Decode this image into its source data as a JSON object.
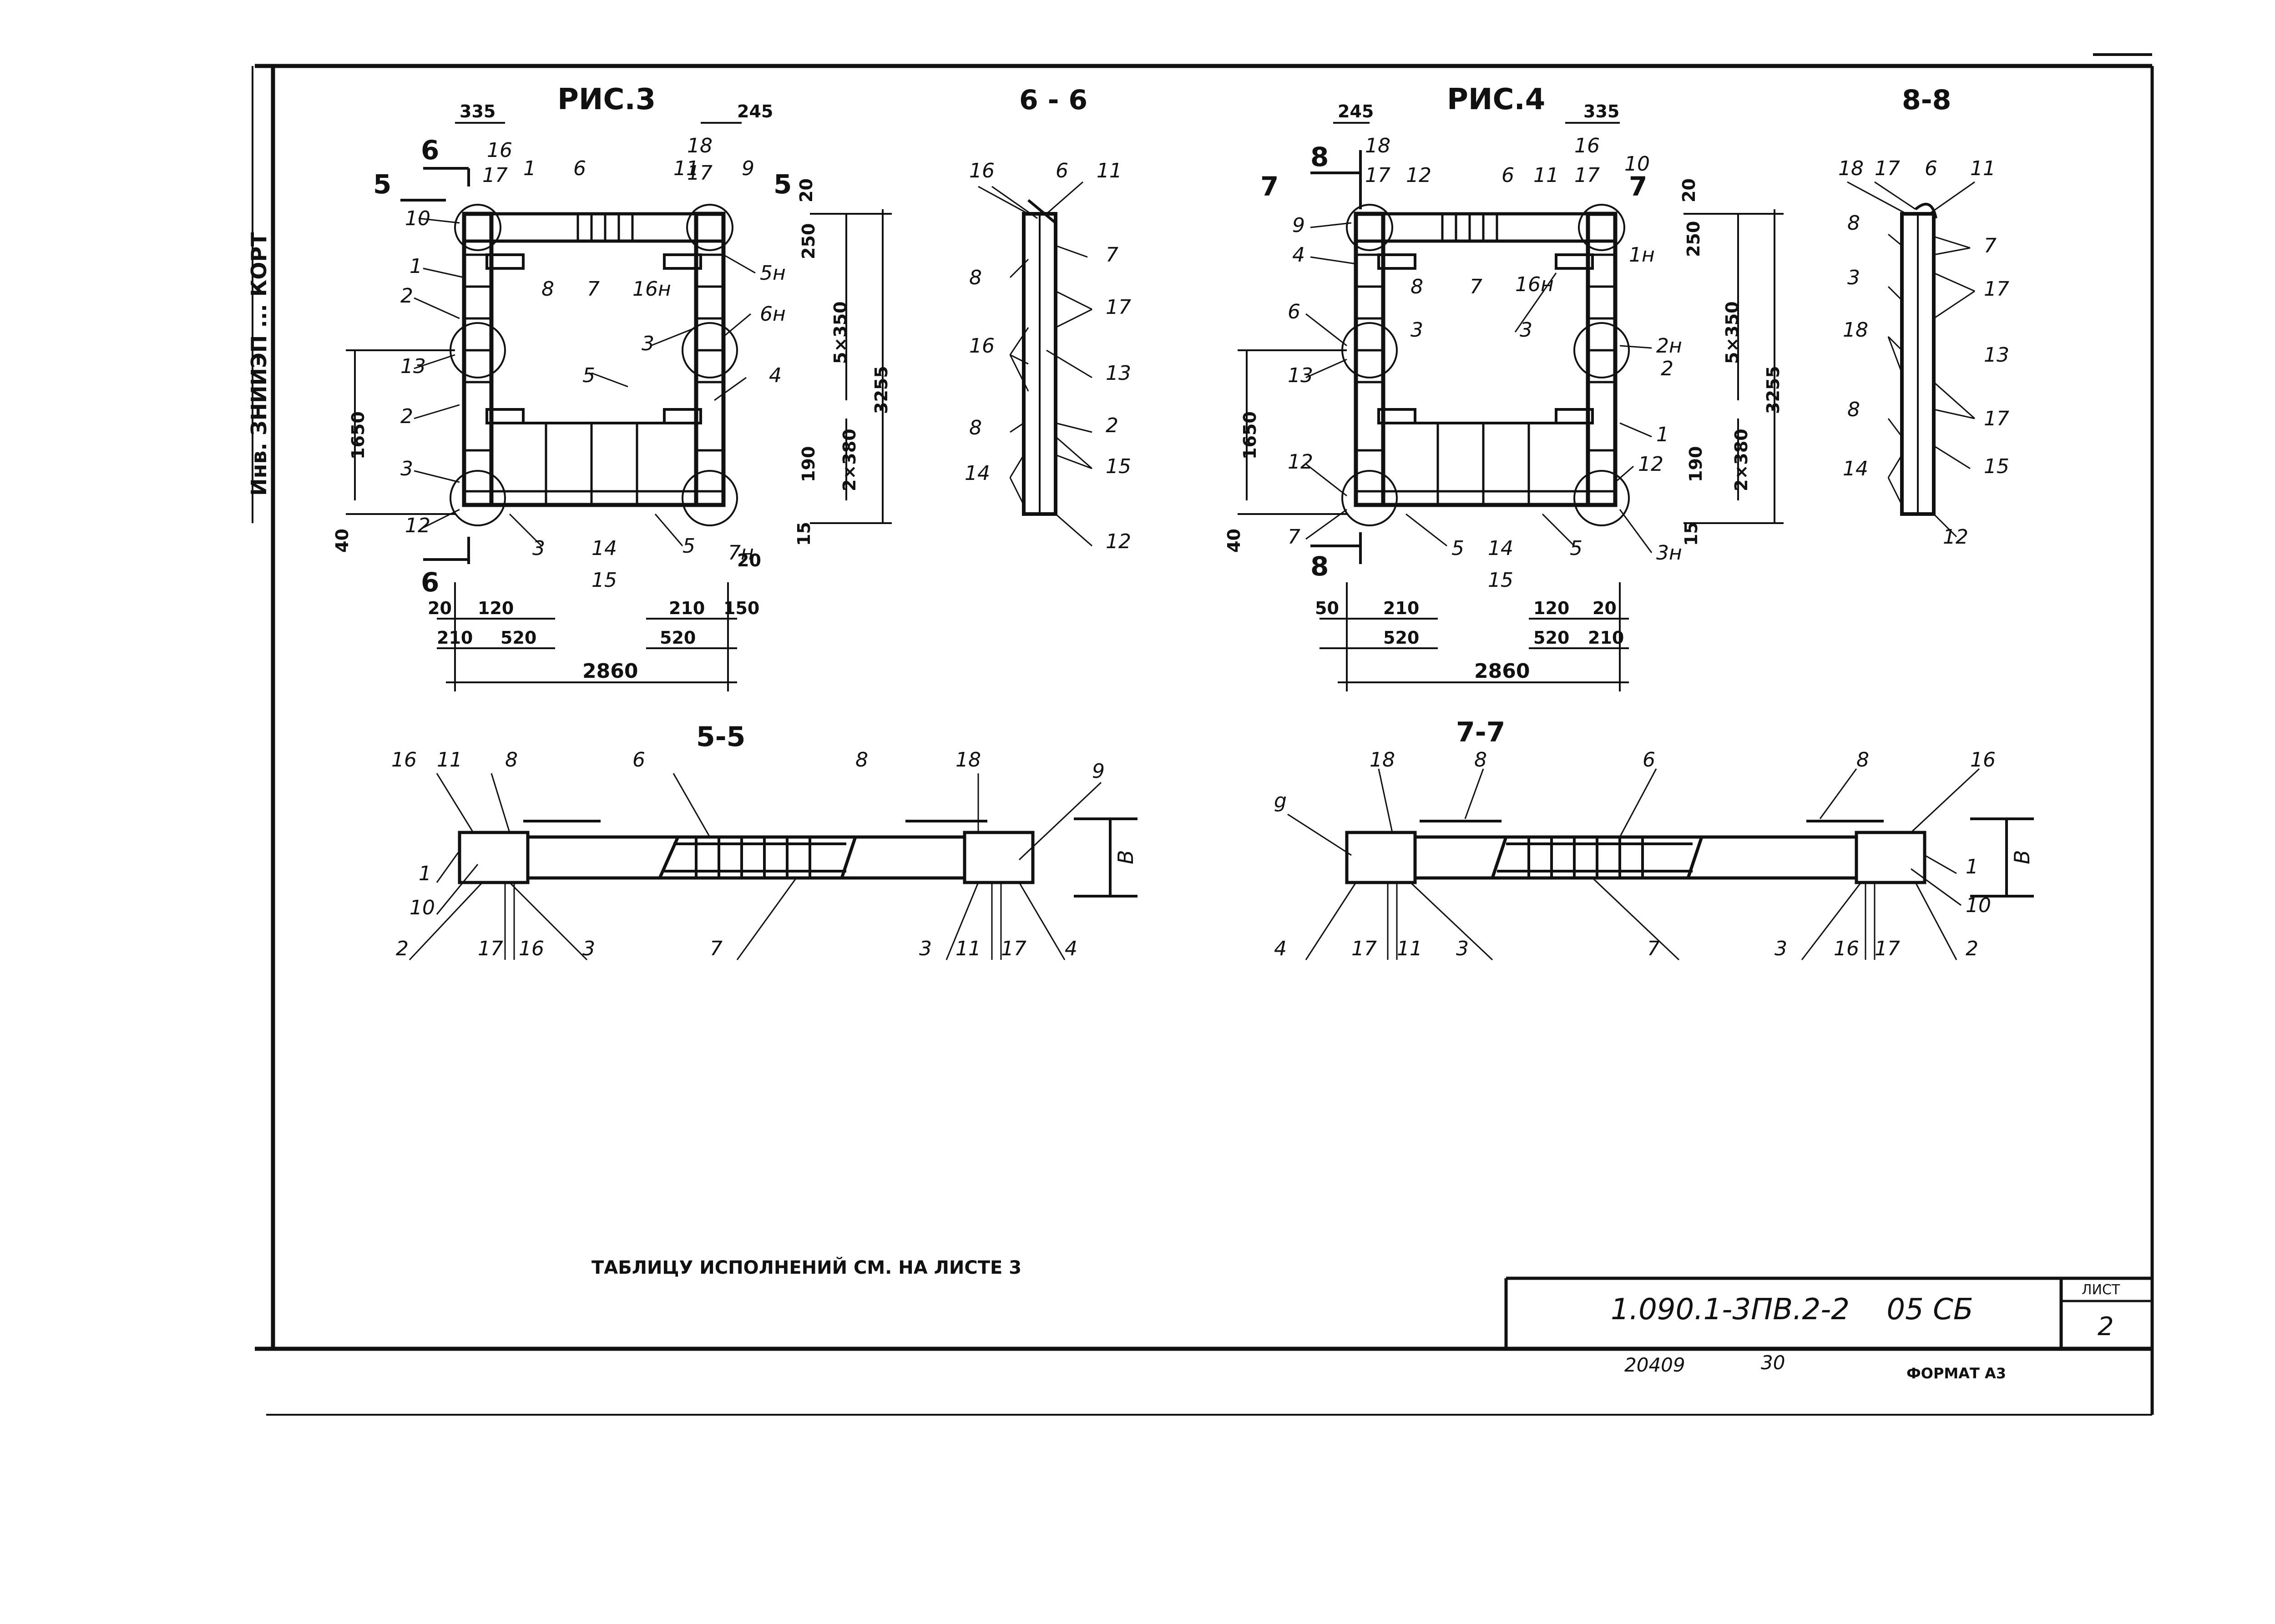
{
  "figures": {
    "fig3": {
      "title": "РИС.3",
      "dims": {
        "top_left": "335",
        "top_right": "245",
        "bottom_row1": [
          "20",
          "120",
          "210",
          "150"
        ],
        "bottom_row2": [
          "210",
          "520",
          "520"
        ],
        "overall": "2860",
        "right_dims": [
          "20",
          "250",
          "5×350",
          "3255",
          "190",
          "2×380",
          "15",
          "20"
        ],
        "left_dims": [
          "1650",
          "40"
        ]
      },
      "callouts": {
        "top": [
          "16",
          "17",
          "1",
          "6",
          "11",
          "18",
          "17",
          "9"
        ],
        "left": [
          "10",
          "1",
          "2",
          "13",
          "2",
          "3",
          "12"
        ],
        "inner": [
          "8",
          "7",
          "16н",
          "5н",
          "3",
          "6н",
          "5",
          "4"
        ],
        "bottom": [
          "3",
          "14",
          "15",
          "5",
          "7н"
        ]
      },
      "section_marks": [
        "6",
        "5",
        "5",
        "6"
      ]
    },
    "sec66": {
      "title": "6 - 6",
      "callouts": [
        "16",
        "6",
        "11",
        "7",
        "8",
        "17",
        "16",
        "13",
        "2",
        "8",
        "14",
        "15",
        "12"
      ]
    },
    "fig4": {
      "title": "РИС.4",
      "dims": {
        "top_left": "245",
        "top_right": "335",
        "bottom_row1": [
          "50",
          "210",
          "120",
          "20"
        ],
        "bottom_row2": [
          "520",
          "520",
          "210"
        ],
        "overall": "2860",
        "right_dims": [
          "20",
          "250",
          "5×350",
          "3255",
          "190",
          "2×380",
          "15"
        ],
        "left_dims": [
          "1650",
          "40"
        ]
      },
      "callouts": {
        "top": [
          "18",
          "17",
          "12",
          "6",
          "11",
          "16",
          "17",
          "10"
        ],
        "left": [
          "9",
          "4",
          "6",
          "13",
          "12",
          "7"
        ],
        "inner": [
          "8",
          "3",
          "7",
          "16н",
          "3",
          "1н",
          "2н",
          "2",
          "1",
          "12"
        ],
        "bottom": [
          "5",
          "14",
          "15",
          "5",
          "3н"
        ]
      },
      "section_marks": [
        "8",
        "7",
        "7",
        "8"
      ]
    },
    "sec88": {
      "title": "8-8",
      "callouts": [
        "18",
        "17",
        "6",
        "11",
        "8",
        "7",
        "3",
        "17",
        "18",
        "13",
        "8",
        "17",
        "14",
        "15",
        "12"
      ]
    },
    "sec55": {
      "title": "5-5",
      "callouts_top": [
        "16",
        "11",
        "8",
        "6",
        "8",
        "18",
        "9"
      ],
      "callouts_bottom": [
        "1",
        "10",
        "2",
        "17",
        "16",
        "3",
        "7",
        "3",
        "11",
        "17",
        "4"
      ],
      "height_label": "В"
    },
    "sec77": {
      "title": "7-7",
      "callouts_top": [
        "g",
        "18",
        "8",
        "6",
        "8",
        "16"
      ],
      "callouts_bottom": [
        "4",
        "17",
        "11",
        "3",
        "7",
        "3",
        "16",
        "17",
        "2",
        "1",
        "10"
      ],
      "height_label": "В"
    }
  },
  "note": "ТАБЛИЦУ ИСПОЛНЕНИЙ СМ. НА ЛИСТЕ 3",
  "title_block": {
    "designation": "1.090.1-3ПВ.2-2    05 СБ",
    "sheet_label": "ЛИСТ",
    "sheet_number": "2"
  },
  "footer": {
    "inventory": "20409",
    "copy": "30",
    "format": "ФОРМАТ А3"
  },
  "margin_stamp": "Инв. ЗНИИЭП ... КОРТ"
}
